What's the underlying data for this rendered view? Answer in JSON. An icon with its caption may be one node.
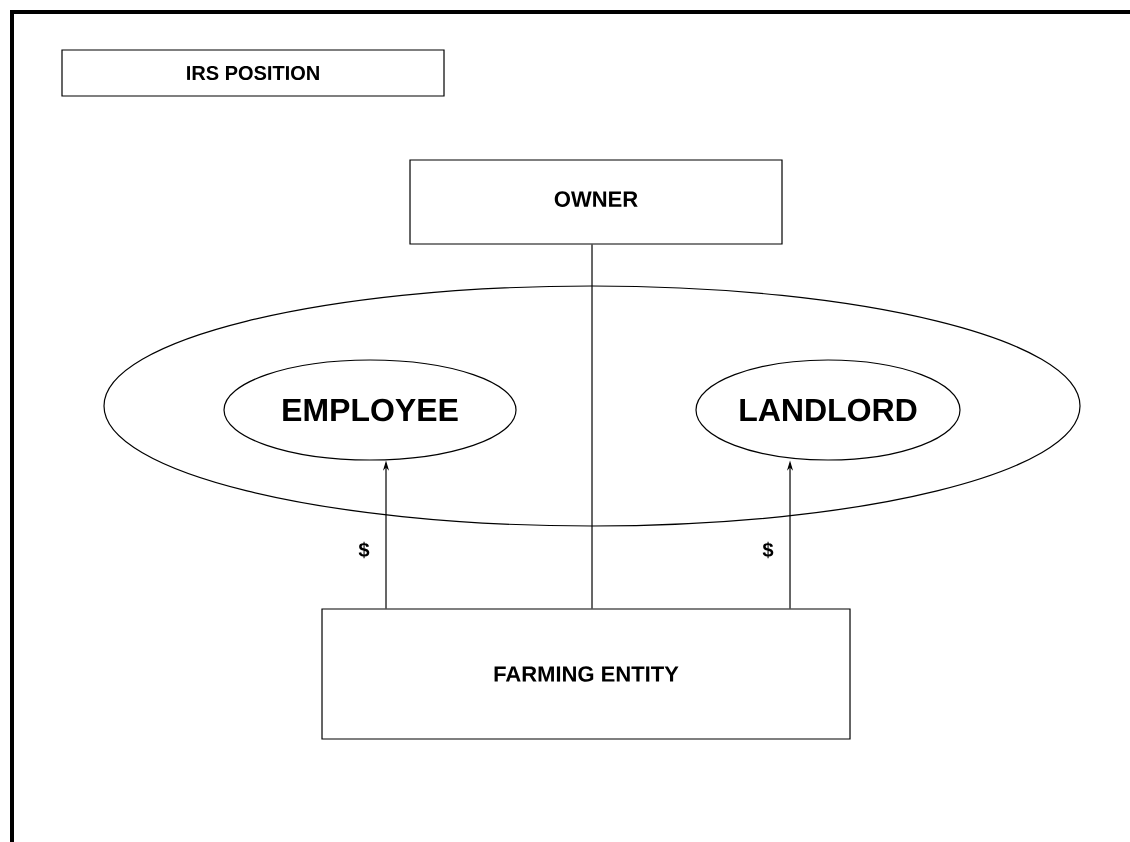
{
  "diagram": {
    "title": "IRS POSITION",
    "nodes": [
      {
        "text": [
          "OWNER"
        ]
      },
      {
        "text": [],
        "shape": "ellipse"
      },
      {
        "text": [
          "EMPLOYEE"
        ],
        "in": 1
      },
      {
        "text": [
          "LANDLORD"
        ],
        "in": 1
      },
      {
        "text": [
          "FARMING ENTITY"
        ]
      }
    ],
    "edges": [
      {
        "from": 4,
        "to": 2,
        "arrow": "to",
        "label": "$"
      },
      {
        "from": 4,
        "to": 0,
        "arrow": "none"
      },
      {
        "from": 4,
        "to": 3,
        "arrow": "to",
        "label": "$"
      }
    ]
  }
}
